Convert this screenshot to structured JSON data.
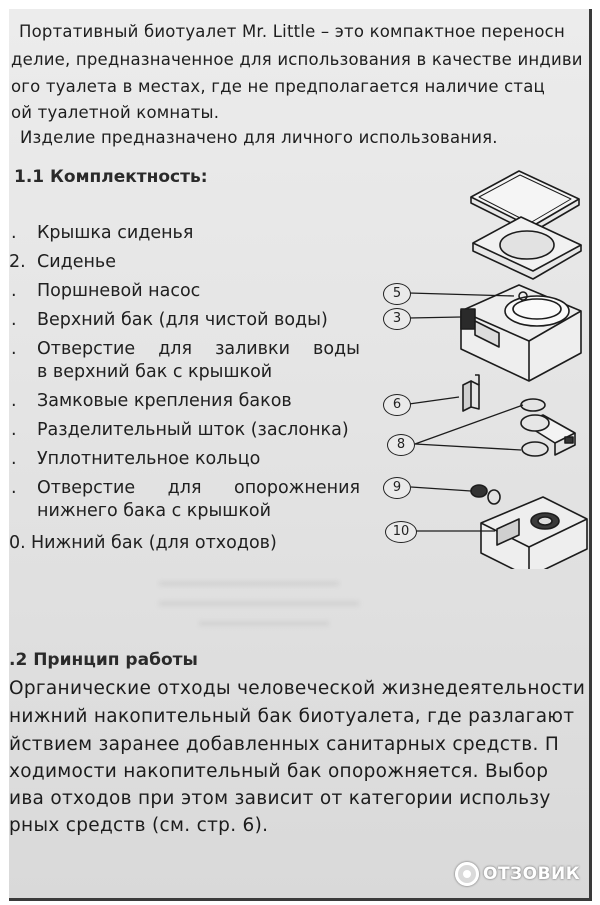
{
  "intro": {
    "line1": "Портативный биотуалет Mr. Little – это компактное переносн",
    "line2": "делие, предназначенное для использования в качестве индиви",
    "line3": "ого туалета в местах, где не предполагается наличие стац",
    "line4": "ой туалетной комнаты.",
    "line5": "Изделие предназначено для личного использования."
  },
  "section1": {
    "heading": "1.1 Комплектность:",
    "items": [
      {
        "num": ".",
        "text": "Крышка сиденья"
      },
      {
        "num": "2.",
        "text": "Сиденье"
      },
      {
        "num": ".",
        "text": "Поршневой насос"
      },
      {
        "num": ".",
        "text": "Верхний бак (для чистой воды)"
      },
      {
        "num": ".",
        "words": [
          "Отверстие",
          "для",
          "заливки",
          "воды"
        ],
        "cont": "в верхний бак с крышкой"
      },
      {
        "num": ".",
        "text": "Замковые крепления баков"
      },
      {
        "num": ".",
        "text": "Разделительный шток (заслонка)"
      },
      {
        "num": ".",
        "text": "Уплотнительное кольцо"
      },
      {
        "num": ".",
        "words": [
          "Отверстие",
          "для",
          "опорожнения"
        ],
        "cont": "нижнего бака с крышкой"
      },
      {
        "num": "0.",
        "text": "Нижний бак (для отходов)"
      }
    ]
  },
  "callouts": [
    "5",
    "3",
    "6",
    "8",
    "9",
    "10"
  ],
  "section2": {
    "heading": ".2 Принцип работы",
    "lines": [
      "Органические отходы человеческой жизнедеятельности",
      "нижний накопительный бак биотуалета, где разлагают",
      "йствием заранее добавленных санитарных средств. П",
      "ходимости накопительный бак опорожняется. Выбор",
      "ива отходов при этом зависит от категории использу",
      "рных средств (см. стр. 6)."
    ]
  },
  "watermark": {
    "text": "ОТЗОВИК",
    "icon": "otzovik-logo-icon"
  }
}
